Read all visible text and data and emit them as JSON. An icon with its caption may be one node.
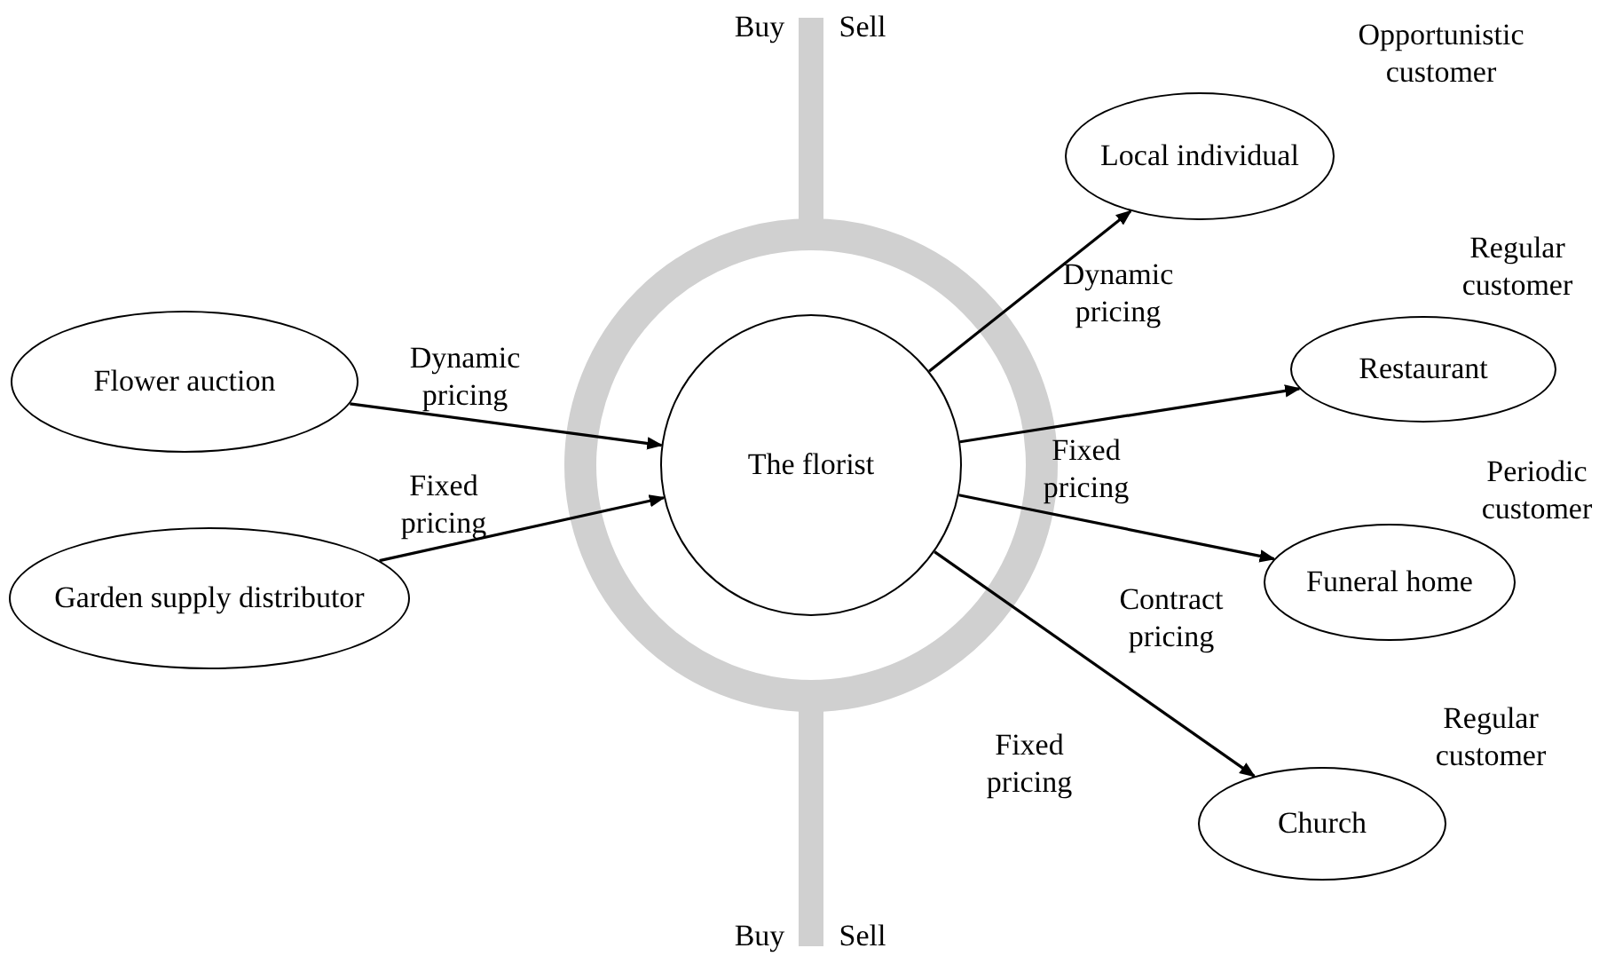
{
  "diagram": {
    "nodes": [
      {
        "text": [
          "Flower auction"
        ]
      },
      {
        "text": [
          "Garden supply distributor"
        ]
      },
      {
        "text": [
          "The florist"
        ]
      },
      {
        "text": [
          "Local individual"
        ],
        "beside": [
          "Opportunistic customer"
        ]
      },
      {
        "text": [
          "Restaurant"
        ],
        "beside": [
          "Regular customer"
        ]
      },
      {
        "text": [
          "Funeral home"
        ],
        "beside": [
          "Periodic customer"
        ]
      },
      {
        "text": [
          "Church"
        ],
        "beside": [
          "Regular customer"
        ]
      }
    ],
    "edges": [
      {
        "from": 0,
        "to": 2,
        "arrow": "to",
        "label": "Dynamic pricing"
      },
      {
        "from": 1,
        "to": 2,
        "arrow": "to",
        "label": "Fixed pricing"
      },
      {
        "from": 2,
        "to": 3,
        "arrow": "to",
        "label": "Dynamic pricing"
      },
      {
        "from": 2,
        "to": 4,
        "arrow": "to",
        "label": "Fixed pricing"
      },
      {
        "from": 2,
        "to": 5,
        "arrow": "to",
        "label": "Contract pricing"
      },
      {
        "from": 2,
        "to": 6,
        "arrow": "to",
        "label": "Fixed pricing"
      }
    ],
    "labels": [
      "Buy",
      "Sell",
      "Buy",
      "Sell"
    ]
  }
}
